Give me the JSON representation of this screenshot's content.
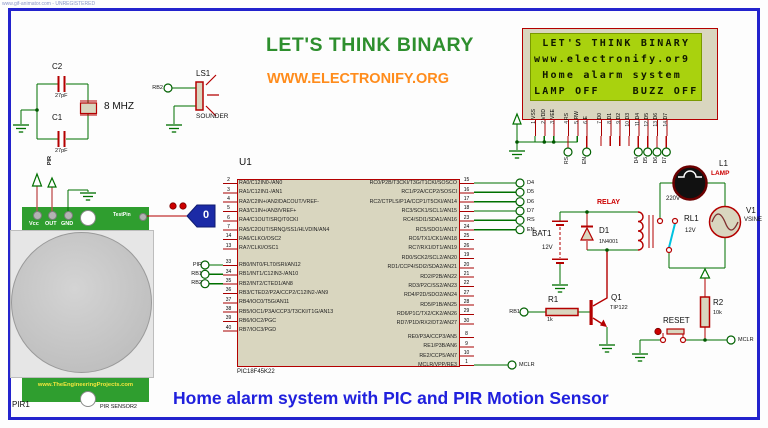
{
  "watermark": "www.gif-animator.com - UNREGISTERED",
  "header": {
    "title": "LET'S THINK BINARY",
    "website": "WWW.ELECTRONIFY.ORG"
  },
  "caption": "Home alarm system with PIC and PIR Motion Sensor",
  "colors": {
    "frame_blue": "#2323cd",
    "wire_green": "#007000",
    "component_red": "#b40000",
    "body_tan": "#d9d6bf",
    "lcd_green": "#a9d20e",
    "pcb_green": "#2f9e2f",
    "title_green": "#2e8f2e",
    "title_orange": "#ff8c1c",
    "caption_blue": "#2020dd",
    "switch_cyan": "#00c2e0"
  },
  "lcd": {
    "lines": [
      " LET'S THINK BINARY",
      "www.electronify.or9",
      " Home alarm system",
      "LAMP OFF    BUZZ OFF"
    ],
    "pin_groups": {
      "g1": [
        {
          "label": "VSS",
          "num": "1"
        },
        {
          "label": "VDD",
          "num": "2"
        },
        {
          "label": "VEE",
          "num": "3"
        }
      ],
      "g2": [
        {
          "label": "RS",
          "num": "4"
        },
        {
          "label": "RW",
          "num": "5"
        },
        {
          "label": "E",
          "num": "6"
        }
      ],
      "g3": [
        {
          "label": "D0",
          "num": "7"
        },
        {
          "label": "D1",
          "num": "8"
        },
        {
          "label": "D2",
          "num": "9"
        },
        {
          "label": "D3",
          "num": "10"
        },
        {
          "label": "D4",
          "num": "11"
        },
        {
          "label": "D5",
          "num": "12"
        },
        {
          "label": "D6",
          "num": "13"
        },
        {
          "label": "D7",
          "num": "14"
        }
      ]
    },
    "terminals": [
      "RS",
      "EN",
      "D4",
      "D5",
      "D6",
      "D7"
    ]
  },
  "chip": {
    "ref": "U1",
    "part": "PIC18F45K22",
    "left_a": [
      {
        "num": "2",
        "label": "RA0/C12IN0-/AN0"
      },
      {
        "num": "3",
        "label": "RA1/C12IN1-/AN1"
      },
      {
        "num": "4",
        "label": "RA2/C2IN+/AN2/DACOUT/VREF-"
      },
      {
        "num": "5",
        "label": "RA3/C1IN+/AN3/VREF+"
      },
      {
        "num": "6",
        "label": "RA4/C1OUT/SRQ/T0CKI"
      },
      {
        "num": "7",
        "label": "RA5/C2OUT/SRNQ/SS1/HLVDIN/AN4"
      },
      {
        "num": "14",
        "label": "RA6/CLKO/OSC2"
      },
      {
        "num": "13",
        "label": "RA7/CLKI/OSC1"
      }
    ],
    "left_b": [
      {
        "num": "33",
        "label": "RB0/INT0/FLT0/SRI/AN12"
      },
      {
        "num": "34",
        "label": "RB1/INT1/C12IN3-/AN10"
      },
      {
        "num": "35",
        "label": "RB2/INT2/CTED1/AN8"
      },
      {
        "num": "36",
        "label": "RB3/CTED2/P2A/CCP2/C12IN2-/AN9"
      },
      {
        "num": "37",
        "label": "RB4/IOC0/T5G/AN11"
      },
      {
        "num": "38",
        "label": "RB5/IOC1/P3A/CCP3/T3CKI/T1G/AN13"
      },
      {
        "num": "39",
        "label": "RB6/IOC2/PGC"
      },
      {
        "num": "40",
        "label": "RB7/IOC3/PGD"
      }
    ],
    "right_c": [
      {
        "label": "RC0/P2B/T3CKI/T3G/T1CKI/SOSCO",
        "num": "15"
      },
      {
        "label": "RC1/P2A/CCP2/SOSCI",
        "num": "16"
      },
      {
        "label": "RC2/CTPLS/P1A/CCP1/T5CKI/AN14",
        "num": "17"
      },
      {
        "label": "RC3/SCK1/SCL1/AN15",
        "num": "18"
      },
      {
        "label": "RC4/SDI1/SDA1/AN16",
        "num": "23"
      },
      {
        "label": "RC5/SDO1/AN17",
        "num": "24"
      },
      {
        "label": "RC6/TX1/CK1/AN18",
        "num": "25"
      },
      {
        "label": "RC7/RX1/DT1/AN19",
        "num": "26"
      }
    ],
    "right_d": [
      {
        "label": "RD0/SCK2/SCL2/AN20",
        "num": "19"
      },
      {
        "label": "RD1/CCP4/SDI2/SDA2/AN21",
        "num": "20"
      },
      {
        "label": "RD2/P2B/AN22",
        "num": "21"
      },
      {
        "label": "RD3/P2C/SS2/AN23",
        "num": "22"
      },
      {
        "label": "RD4/P2D/SDO2/AN24",
        "num": "27"
      },
      {
        "label": "RD5/P1B/AN25",
        "num": "28"
      },
      {
        "label": "RD6/P1C/TX2/CK2/AN26",
        "num": "29"
      },
      {
        "label": "RD7/P1D/RX2/DT2/AN27",
        "num": "30"
      }
    ],
    "right_e": [
      {
        "label": "RE0/P3A/CCP3/AN5",
        "num": "8"
      },
      {
        "label": "RE1/P3B/AN6",
        "num": "9"
      },
      {
        "label": "RE2/CCP5/AN7",
        "num": "10"
      },
      {
        "label": "MCLR/VPP/RE3",
        "num": "1"
      }
    ],
    "left_terminals": [
      "PIR",
      "RB1",
      "RB2"
    ],
    "right_terminals": [
      "D4",
      "D5",
      "D6",
      "D7",
      "RS",
      "EN"
    ],
    "mclr_terminal": "MCLR"
  },
  "crystal": {
    "c2_ref": "C2",
    "c2_val": "27pF",
    "c1_ref": "C1",
    "c1_val": "27pF",
    "freq": "8 MHZ"
  },
  "sounder": {
    "ref": "LS1",
    "type": "SOUNDER",
    "terminal": "RB2"
  },
  "pir": {
    "ref": "PIR1",
    "part": "PIR SENSOR2",
    "pads": [
      "Vcc",
      "OUT",
      "GND"
    ],
    "testpin": "TestPin",
    "net": "PIR",
    "website": "www.TheEngineeringProjects.com",
    "probe_value": "0"
  },
  "power": {
    "bat_ref": "BAT1",
    "bat_val": "12V",
    "relay_label": "RELAY",
    "d1_ref": "D1",
    "d1_part": "1N4001",
    "rl1_ref": "RL1",
    "rl1_val": "12V"
  },
  "lamp": {
    "ref": "L1",
    "label": "LAMP",
    "voltage": "220V",
    "src_ref": "V1",
    "src_type": "VSINE"
  },
  "driver": {
    "r1_ref": "R1",
    "r1_val": "1k",
    "q1_ref": "Q1",
    "q1_part": "TIP122",
    "rb1": "RB1"
  },
  "reset": {
    "r2_ref": "R2",
    "r2_val": "10k",
    "button": "RESET",
    "mclr": "MCLR"
  }
}
